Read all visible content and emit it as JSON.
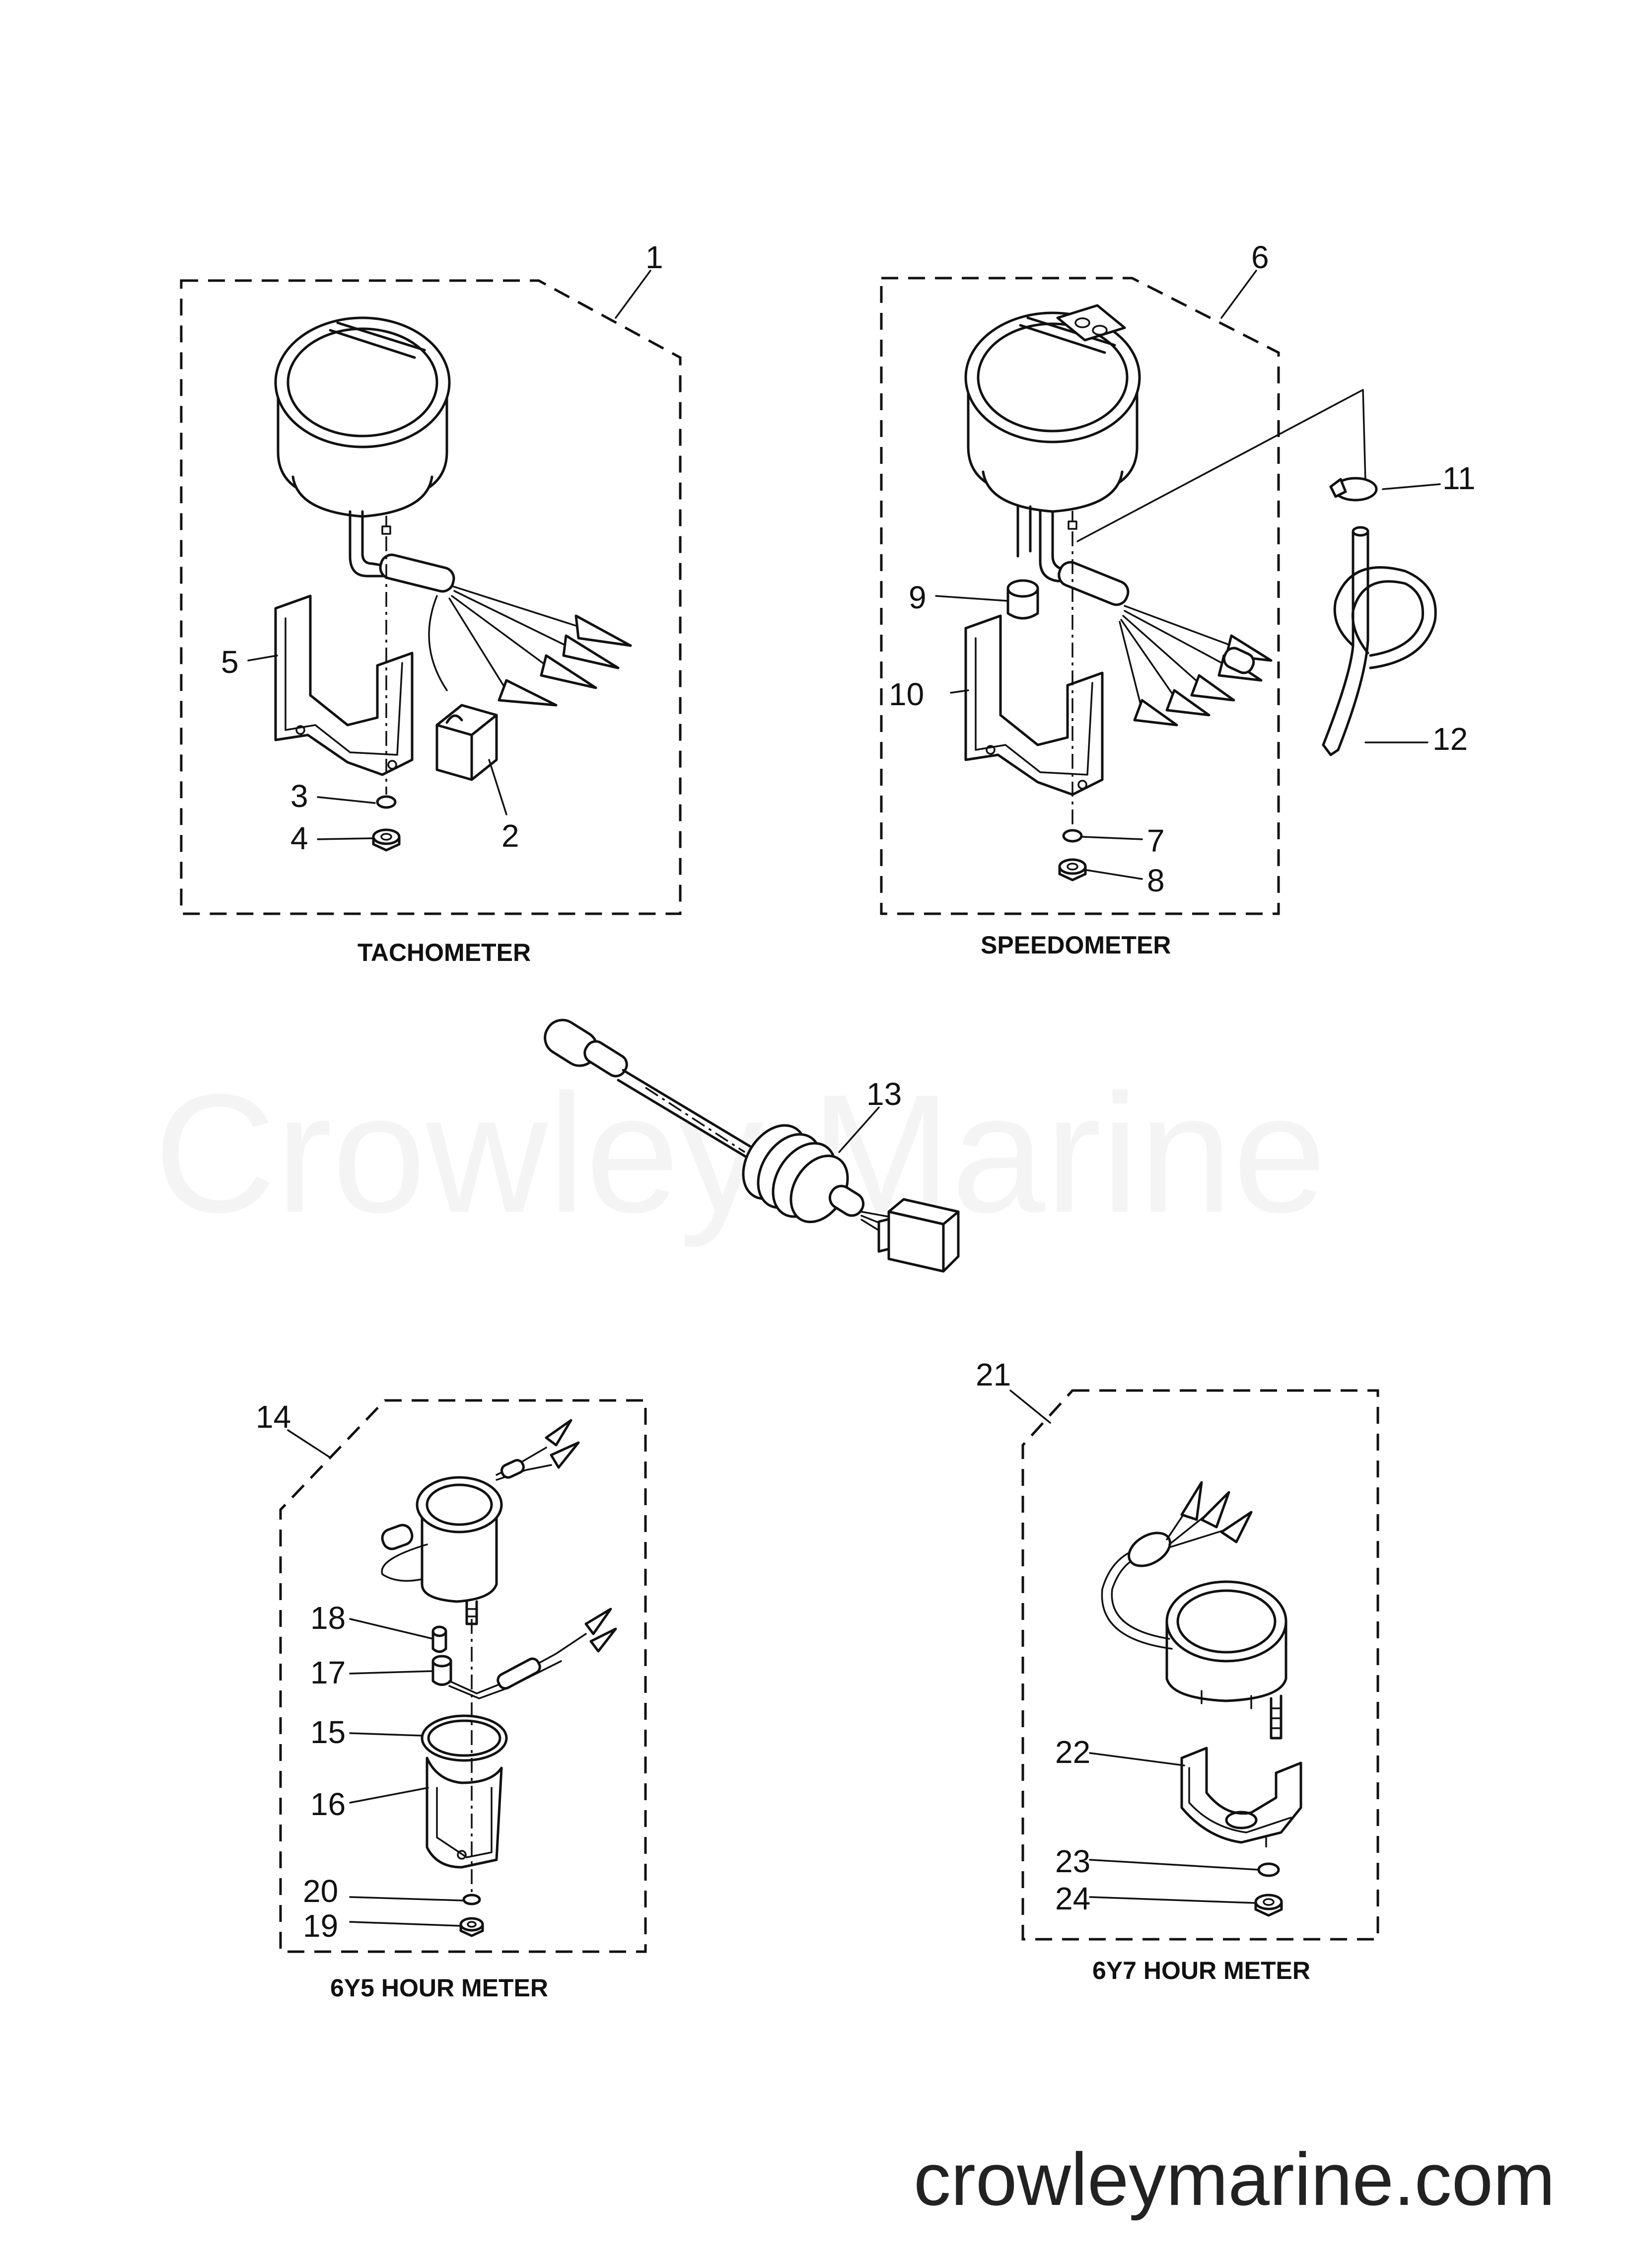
{
  "watermark": "Crowley Marine",
  "website": "crowleymarine.com",
  "captions": {
    "tachometer": "TACHOMETER",
    "speedometer": "SPEEDOMETER",
    "hour_meter_6y5": "6Y5  HOUR METER",
    "hour_meter_6y7": "6Y7  HOUR METER"
  },
  "callouts": {
    "c1": "1",
    "c2": "2",
    "c3": "3",
    "c4": "4",
    "c5": "5",
    "c6": "6",
    "c7": "7",
    "c8": "8",
    "c9": "9",
    "c10": "10",
    "c11": "11",
    "c12": "12",
    "c13": "13",
    "c14": "14",
    "c15": "15",
    "c16": "16",
    "c17": "17",
    "c18": "18",
    "c19": "19",
    "c20": "20",
    "c21": "21",
    "c22": "22",
    "c23": "23",
    "c24": "24"
  }
}
